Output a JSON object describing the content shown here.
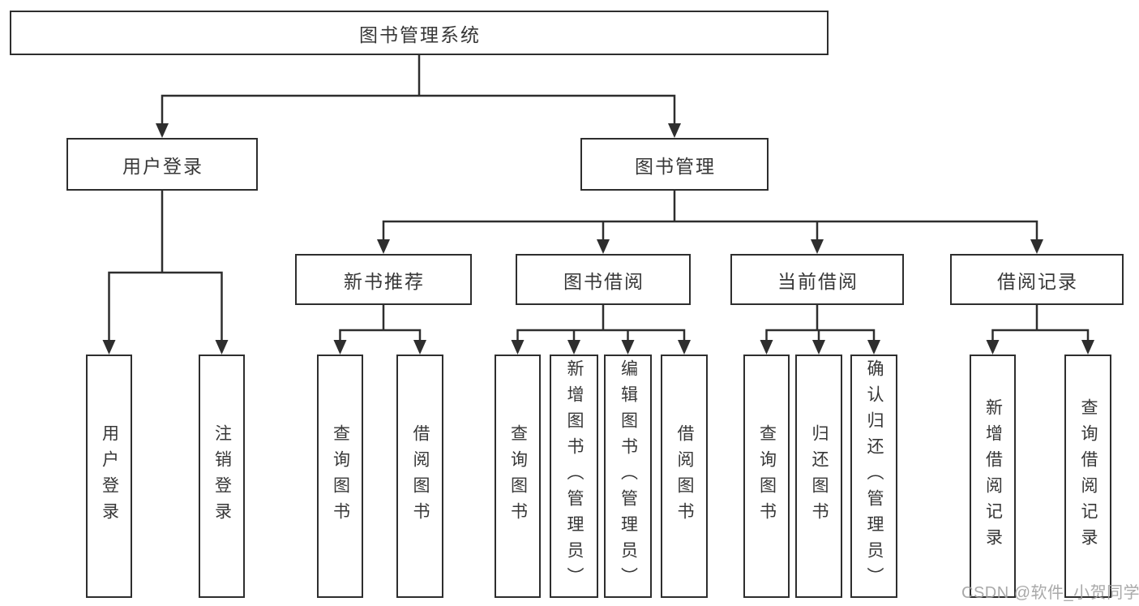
{
  "diagram": {
    "root": {
      "label": "图书管理系统"
    },
    "level2": {
      "login": {
        "label": "用户登录"
      },
      "manage": {
        "label": "图书管理"
      }
    },
    "level3": {
      "recommend": {
        "label": "新书推荐"
      },
      "borrow": {
        "label": "图书借阅"
      },
      "current": {
        "label": "当前借阅"
      },
      "records": {
        "label": "借阅记录"
      }
    },
    "leaves": {
      "login": [
        "用户登录",
        "注销登录"
      ],
      "recommend": [
        "查询图书",
        "借阅图书"
      ],
      "borrow": [
        "查询图书",
        "新增图书（管理员）",
        "编辑图书（管理员）",
        "借阅图书"
      ],
      "current": [
        "查询图书",
        "归还图书",
        "确认归还（管理员）"
      ],
      "records": [
        "新增借阅记录",
        "查询借阅记录"
      ]
    }
  },
  "watermark": "CSDN @软件_小贺同学",
  "colors": {
    "line": "#2e2e2e",
    "box_border": "#2e2e2e",
    "text": "#373737",
    "watermark": "#a0a0a0",
    "background": "#ffffff"
  }
}
